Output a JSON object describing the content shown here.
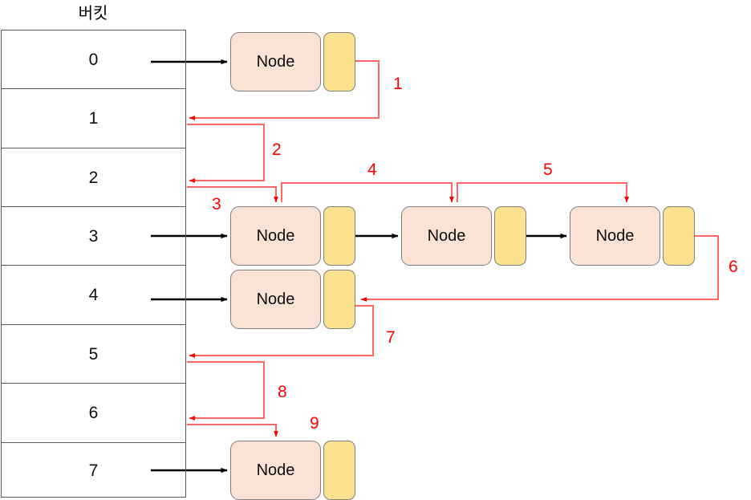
{
  "diagram": {
    "title": "버킷",
    "bucket_table": {
      "header": "버킷",
      "rows": [
        {
          "index": "0"
        },
        {
          "index": "1"
        },
        {
          "index": "2"
        },
        {
          "index": "3"
        },
        {
          "index": "4"
        },
        {
          "index": "5"
        },
        {
          "index": "6"
        },
        {
          "index": "7"
        }
      ]
    },
    "nodes": [
      {
        "id": "node-b0-0",
        "label": "Node",
        "bucket": "0",
        "chain_position": "0"
      },
      {
        "id": "node-b3-0",
        "label": "Node",
        "bucket": "3",
        "chain_position": "0"
      },
      {
        "id": "node-b3-1",
        "label": "Node",
        "bucket": "3",
        "chain_position": "1"
      },
      {
        "id": "node-b3-2",
        "label": "Node",
        "bucket": "3",
        "chain_position": "2"
      },
      {
        "id": "node-b4-0",
        "label": "Node",
        "bucket": "4",
        "chain_position": "0"
      },
      {
        "id": "node-b7-0",
        "label": "Node",
        "bucket": "7",
        "chain_position": "0"
      }
    ],
    "traversal_steps": [
      {
        "num": "1",
        "from": "node-b0-0-next",
        "to": "bucket-1"
      },
      {
        "num": "2",
        "from": "bucket-1",
        "to": "bucket-2"
      },
      {
        "num": "3",
        "from": "bucket-2",
        "to": "node-b3-0"
      },
      {
        "num": "4",
        "from": "node-b3-0",
        "to": "node-b3-1"
      },
      {
        "num": "5",
        "from": "node-b3-1",
        "to": "node-b3-2"
      },
      {
        "num": "6",
        "from": "node-b3-2-next",
        "to": "node-b4-0-next"
      },
      {
        "num": "7",
        "from": "node-b4-0-next",
        "to": "bucket-5"
      },
      {
        "num": "8",
        "from": "bucket-5",
        "to": "bucket-6"
      },
      {
        "num": "9",
        "from": "bucket-6",
        "to": "node-b7-0"
      }
    ],
    "colors": {
      "node_fill": "#FAE2D5",
      "next_fill": "#FCE18F",
      "node_stroke": "#7F7F7F",
      "table_stroke": "#595959",
      "traversal_arrow": "#FF6666",
      "traversal_label": "#FF0000",
      "pointer_arrow": "#000000"
    }
  }
}
